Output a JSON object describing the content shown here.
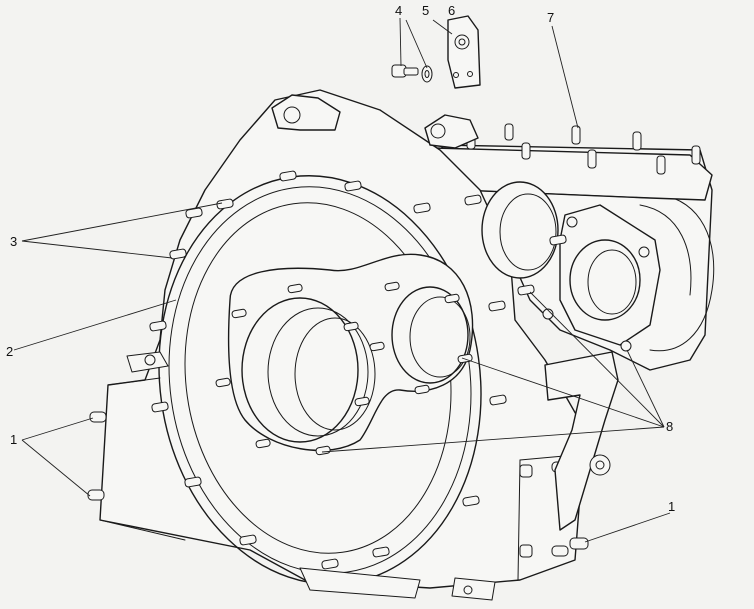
{
  "callouts": [
    {
      "id": "c1a",
      "label": "1"
    },
    {
      "id": "c1b",
      "label": "1"
    },
    {
      "id": "c2",
      "label": "2"
    },
    {
      "id": "c3",
      "label": "3"
    },
    {
      "id": "c4",
      "label": "4"
    },
    {
      "id": "c5",
      "label": "5"
    },
    {
      "id": "c6",
      "label": "6"
    },
    {
      "id": "c7",
      "label": "7"
    },
    {
      "id": "c8",
      "label": "8"
    }
  ],
  "colors": {
    "ink": "#1a1a1a",
    "watermark": "#c9cdc9",
    "background": "#f3f3f1"
  }
}
